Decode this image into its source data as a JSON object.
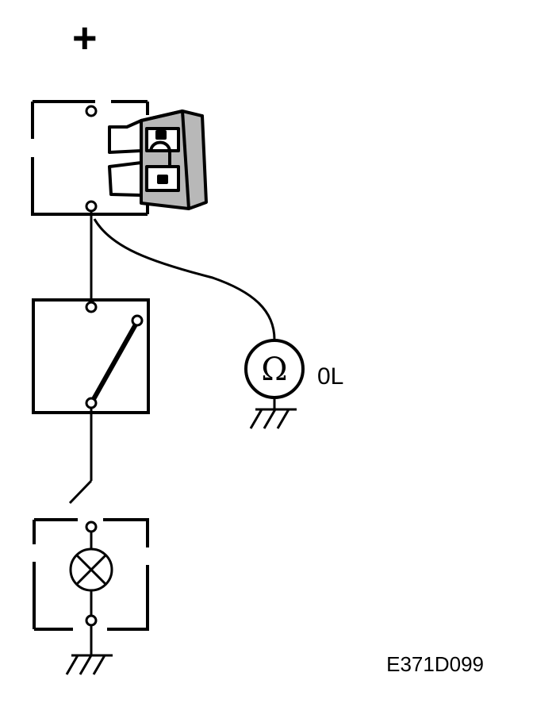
{
  "diagram": {
    "supply_symbol": "+",
    "meter_symbol": "Ω",
    "meter_reading": "0L",
    "figure_code": "E371D099"
  },
  "colors": {
    "ink": "#000000",
    "background": "#ffffff",
    "fuse_body": "#b8b8b8"
  }
}
